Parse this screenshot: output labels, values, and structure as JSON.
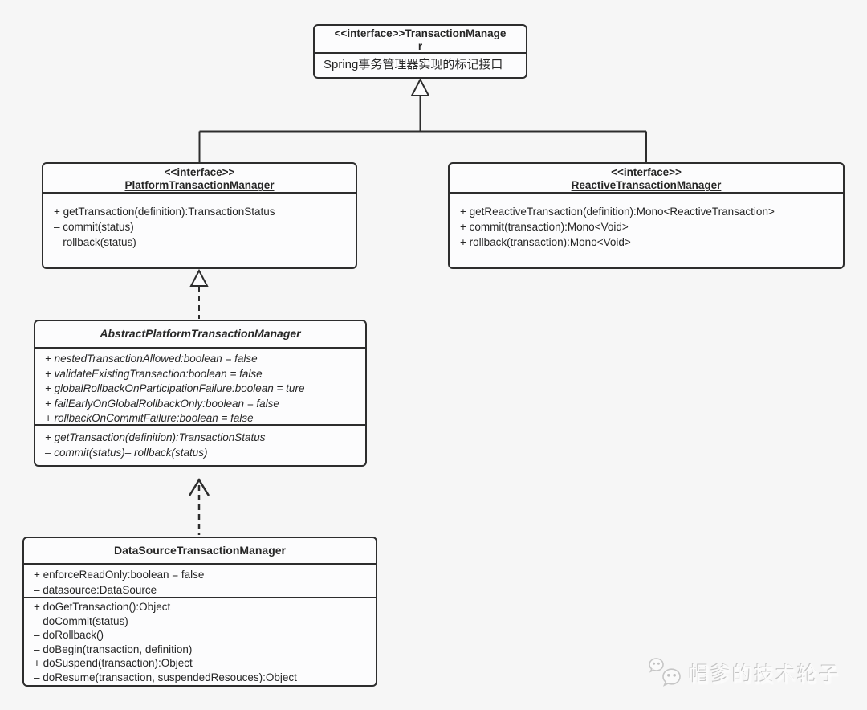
{
  "diagram": {
    "classes": {
      "transaction_manager": {
        "title_line1": "<<interface>>TransactionManage",
        "title_line2": "r",
        "note": "Spring事务管理器实现的标记接口"
      },
      "platform_transaction_manager": {
        "stereotype": "<<interface>>",
        "name": "PlatformTransactionManager",
        "methods": [
          "+ getTransaction(definition):TransactionStatus",
          "– commit(status)",
          "– rollback(status)"
        ]
      },
      "reactive_transaction_manager": {
        "stereotype": "<<interface>>",
        "name": "ReactiveTransactionManager",
        "methods": [
          "+ getReactiveTransaction(definition):Mono<ReactiveTransaction>",
          "+ commit(transaction):Mono<Void>",
          "+ rollback(transaction):Mono<Void>"
        ]
      },
      "abstract_platform_transaction_manager": {
        "name": "AbstractPlatformTransactionManager",
        "attributes": [
          "+ nestedTransactionAllowed:boolean = false",
          "+ validateExistingTransaction:boolean = false",
          "+ globalRollbackOnParticipationFailure:boolean = ture",
          "+ failEarlyOnGlobalRollbackOnly:boolean = false",
          "+ rollbackOnCommitFailure:boolean = false"
        ],
        "methods": [
          "+ getTransaction(definition):TransactionStatus",
          "– commit(status)– rollback(status)"
        ]
      },
      "datasource_transaction_manager": {
        "name": "DataSourceTransactionManager",
        "attributes": [
          "+ enforceReadOnly:boolean = false",
          "– datasource:DataSource"
        ],
        "methods": [
          "+ doGetTransaction():Object",
          "– doCommit(status)",
          "– doRollback()",
          "– doBegin(transaction, definition)",
          "+ doSuspend(transaction):Object",
          "– doResume(transaction, suspendedResouces):Object"
        ]
      }
    },
    "relationships": [
      {
        "from": "PlatformTransactionManager",
        "to": "TransactionManager",
        "type": "generalization",
        "line": "solid",
        "arrowhead": "hollow-triangle"
      },
      {
        "from": "ReactiveTransactionManager",
        "to": "TransactionManager",
        "type": "generalization",
        "line": "solid",
        "arrowhead": "hollow-triangle"
      },
      {
        "from": "AbstractPlatformTransactionManager",
        "to": "PlatformTransactionManager",
        "type": "realization",
        "line": "dashed",
        "arrowhead": "hollow-triangle"
      },
      {
        "from": "DataSourceTransactionManager",
        "to": "AbstractPlatformTransactionManager",
        "type": "extends",
        "line": "dashed",
        "arrowhead": "open-chevron"
      }
    ]
  },
  "watermark": {
    "text": "帽爹的技术轮子",
    "icon": "wechat-icon"
  },
  "colors": {
    "background": "#f6f6f6",
    "box_fill": "#fcfcfd",
    "line": "#2d2d2d",
    "text": "#262626",
    "watermark": "#d9d9d9"
  }
}
